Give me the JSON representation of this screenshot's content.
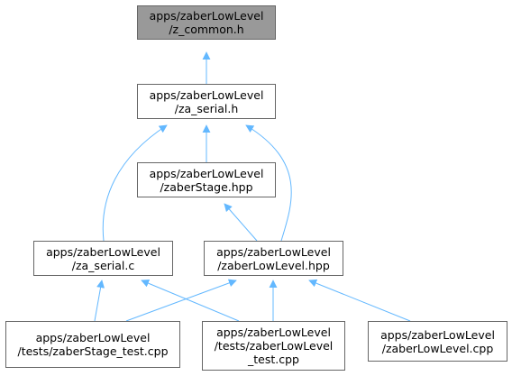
{
  "colors": {
    "edge": "#63b8ff",
    "root_fill": "#999999",
    "border": "#666666"
  },
  "nodes": {
    "z_common": {
      "line1": "apps/zaberLowLevel",
      "line2": "/z_common.h"
    },
    "za_serial_h": {
      "line1": "apps/zaberLowLevel",
      "line2": "/za_serial.h"
    },
    "zaberStage": {
      "line1": "apps/zaberLowLevel",
      "line2": "/zaberStage.hpp"
    },
    "za_serial_c": {
      "line1": "apps/zaberLowLevel",
      "line2": "/za_serial.c"
    },
    "zaberLowLevel_hpp": {
      "line1": "apps/zaberLowLevel",
      "line2": "/zaberLowLevel.hpp"
    },
    "zaberStage_test": {
      "line1": "apps/zaberLowLevel",
      "line2": "/tests/zaberStage_test.cpp"
    },
    "zaberLowLevel_test": {
      "line1": "apps/zaberLowLevel",
      "line2": "/tests/zaberLowLevel",
      "line3": "_test.cpp"
    },
    "zaberLowLevel_cpp": {
      "line1": "apps/zaberLowLevel",
      "line2": "/zaberLowLevel.cpp"
    }
  }
}
